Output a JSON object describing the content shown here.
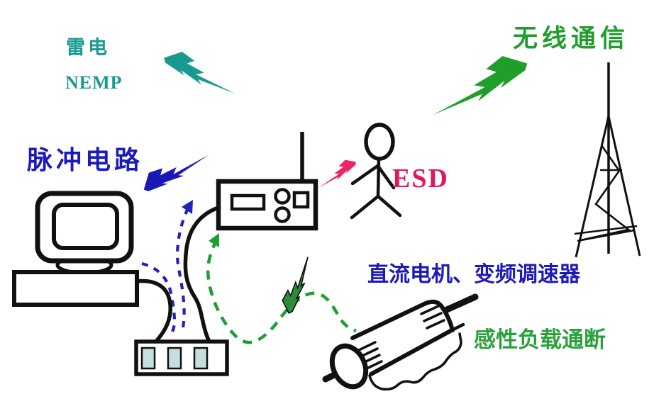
{
  "labels": {
    "lightning": "雷电",
    "nemp": "NEMP",
    "wireless": "无线通信",
    "pulse_circuit": "脉冲电路",
    "esd": "ESD",
    "dc_motor": "直流电机、变频调速器",
    "inductive_load": "感性负载通断"
  },
  "colors": {
    "teal_bolt": "#1a9a8e",
    "green_bolt": "#1f9e2c",
    "blue_bolt": "#1a17b4",
    "pink_bolt": "#ee2368",
    "small_green_bolt": "#2e8b3a",
    "dash_blue": "#2222bb",
    "dash_green": "#1f9e35",
    "outlet_slot": "#c5dede",
    "line_black": "#111111",
    "teal_text": "#189a90",
    "green_text": "#1f9e2c",
    "blue_text": "#1c1ab8",
    "esd_text": "#e3175c",
    "background": "#ffffff"
  }
}
